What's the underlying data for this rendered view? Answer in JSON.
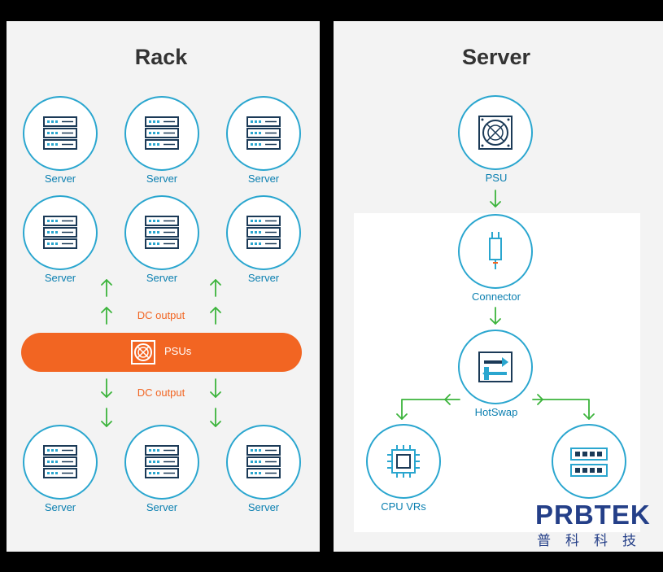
{
  "rack": {
    "title": "Rack",
    "dc_output_top": "DC output",
    "dc_output_bottom": "DC output",
    "psus_label": "PSUs",
    "servers": [
      {
        "label": "Server"
      },
      {
        "label": "Server"
      },
      {
        "label": "Server"
      },
      {
        "label": "Server"
      },
      {
        "label": "Server"
      },
      {
        "label": "Server"
      },
      {
        "label": "Server"
      },
      {
        "label": "Server"
      },
      {
        "label": "Server"
      }
    ]
  },
  "server": {
    "title": "Server",
    "psu": "PSU",
    "connector": "Connector",
    "hotswap": "HotSwap",
    "cpu_vrs": "CPU VRs"
  },
  "logo": {
    "main": "PRBTEK",
    "sub": "普科科技"
  },
  "colors": {
    "accent_blue": "#2aa6cf",
    "label_blue": "#0a7fb0",
    "orange": "#f26522",
    "arrow_green": "#3cb43c",
    "logo_navy": "#243f88"
  }
}
